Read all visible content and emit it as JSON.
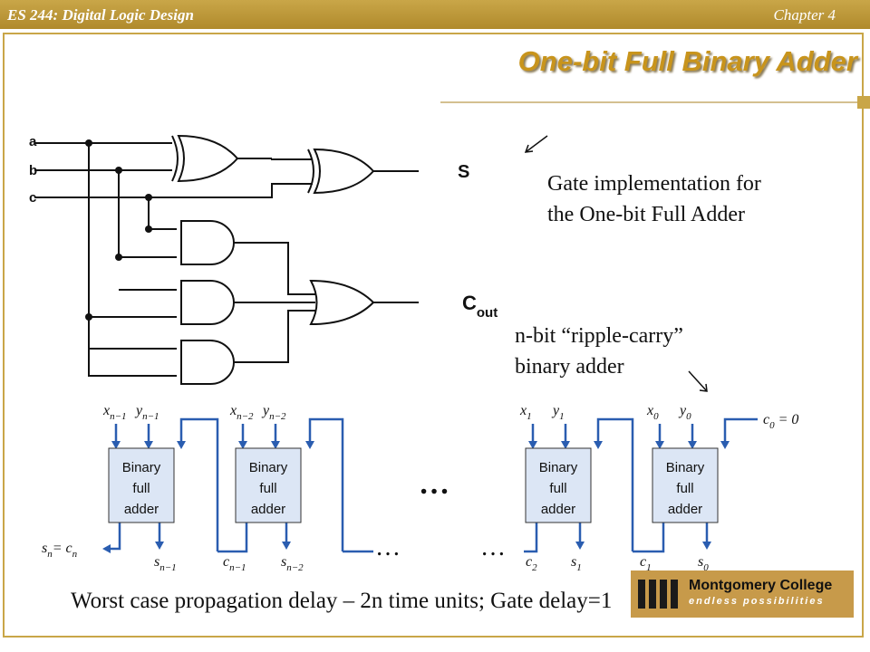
{
  "header": {
    "course": "ES 244: Digital Logic Design",
    "chapter": "Chapter 4"
  },
  "slide": {
    "title": "One-bit Full Binary Adder",
    "gate_caption_line1": "Gate implementation for",
    "gate_caption_line2": "the One-bit Full Adder",
    "ripple_caption_line1": "n-bit “ripple-carry”",
    "ripple_caption_line2": "binary adder",
    "footer": "Worst case propagation delay – 2n time units; Gate delay=1"
  },
  "circuit": {
    "inputs": [
      "a",
      "b",
      "c"
    ],
    "output_s": "S",
    "output_cout_base": "C",
    "output_cout_sub": "out"
  },
  "ripple": {
    "adder_lines": [
      "Binary",
      "full",
      "adder"
    ],
    "ellipsis": "…",
    "blocks": [
      {
        "x": "x",
        "xs": "n−1",
        "y": "y",
        "ys": "n−1",
        "s": "s",
        "ss": "n−1",
        "cout": "c",
        "couts": "n"
      },
      {
        "x": "x",
        "xs": "n−2",
        "y": "y",
        "ys": "n−2",
        "s": "s",
        "ss": "n−2",
        "cout": "c",
        "couts": "n−1"
      },
      {
        "x": "x",
        "xs": "1",
        "y": "y",
        "ys": "1",
        "s": "s",
        "ss": "1",
        "cout": "c",
        "couts": "2"
      },
      {
        "x": "x",
        "xs": "0",
        "y": "y",
        "ys": "0",
        "s": "s",
        "ss": "0",
        "cout": "c",
        "couts": "1"
      }
    ],
    "sn_label": "s",
    "sn_sub": "n",
    "cn_label": "= c",
    "cn_sub": "n",
    "c0_label": "c",
    "c0_sub": "0",
    "c0_value": " = 0"
  },
  "logo": {
    "name": "Montgomery College",
    "tagline": "endless possibilities"
  },
  "colors": {
    "header_gold": "#c9a648",
    "title_gold": "#c8941c",
    "adder_fill": "#dce6f5",
    "wire_blue": "#2a5db0"
  }
}
